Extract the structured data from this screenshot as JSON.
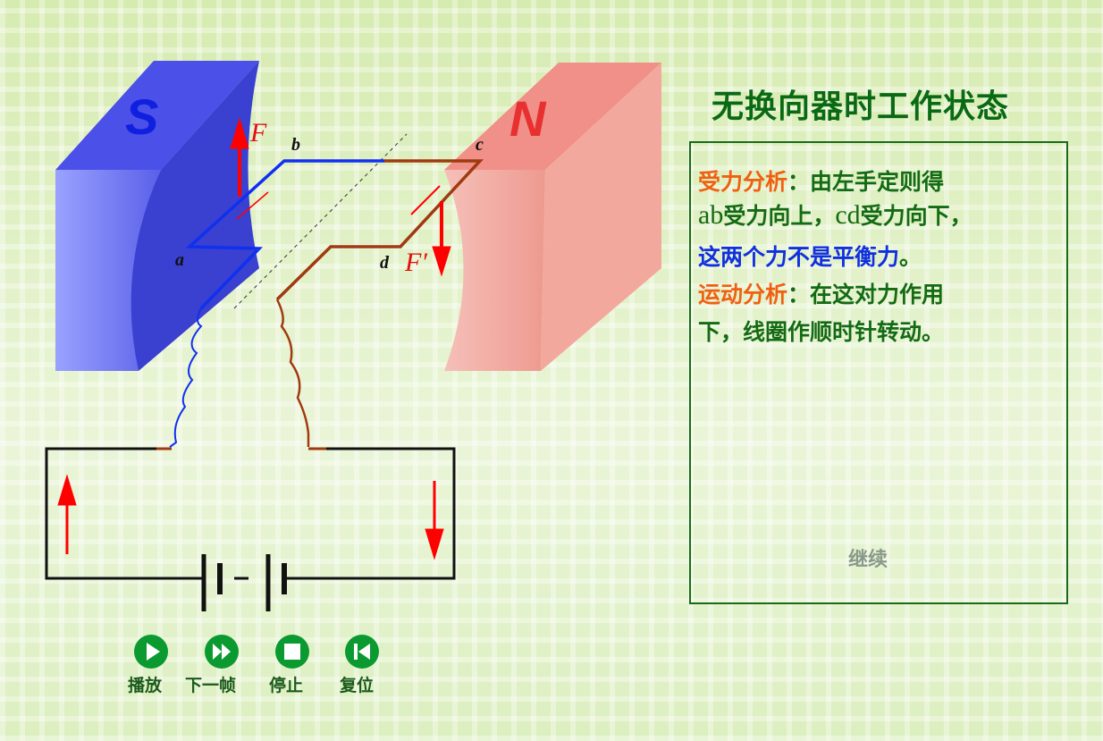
{
  "title": "无换向器时工作状态",
  "diagram": {
    "south": "S",
    "north": "N",
    "force_ab": "F",
    "force_cd": "F′",
    "a": "a",
    "b": "b",
    "c": "c",
    "d": "d"
  },
  "panel": {
    "line1_label": "受力分析",
    "line1_colon": "：",
    "line1_text": "由左手定则得",
    "line2_ab": "ab",
    "line2_t1": "受力向上，",
    "line2_cd": "cd",
    "line2_t2": "受力向下，",
    "line3": "这两个力不是平衡力",
    "line3_end": "。",
    "line4_label": "运动分析",
    "line4_colon": "：",
    "line4_text": "在这对力作用",
    "line5": "下，线圈作顺时针转动。",
    "continue": "继续"
  },
  "controls": [
    {
      "label": "播放",
      "icon": "play-icon"
    },
    {
      "label": "下一帧",
      "icon": "fast-forward-icon"
    },
    {
      "label": "停止",
      "icon": "stop-icon"
    },
    {
      "label": "复位",
      "icon": "reset-icon"
    }
  ],
  "colors": {
    "south": "#5a64f0",
    "north": "#f08a80",
    "title": "#0a6a14",
    "button": "#0a9a30"
  }
}
